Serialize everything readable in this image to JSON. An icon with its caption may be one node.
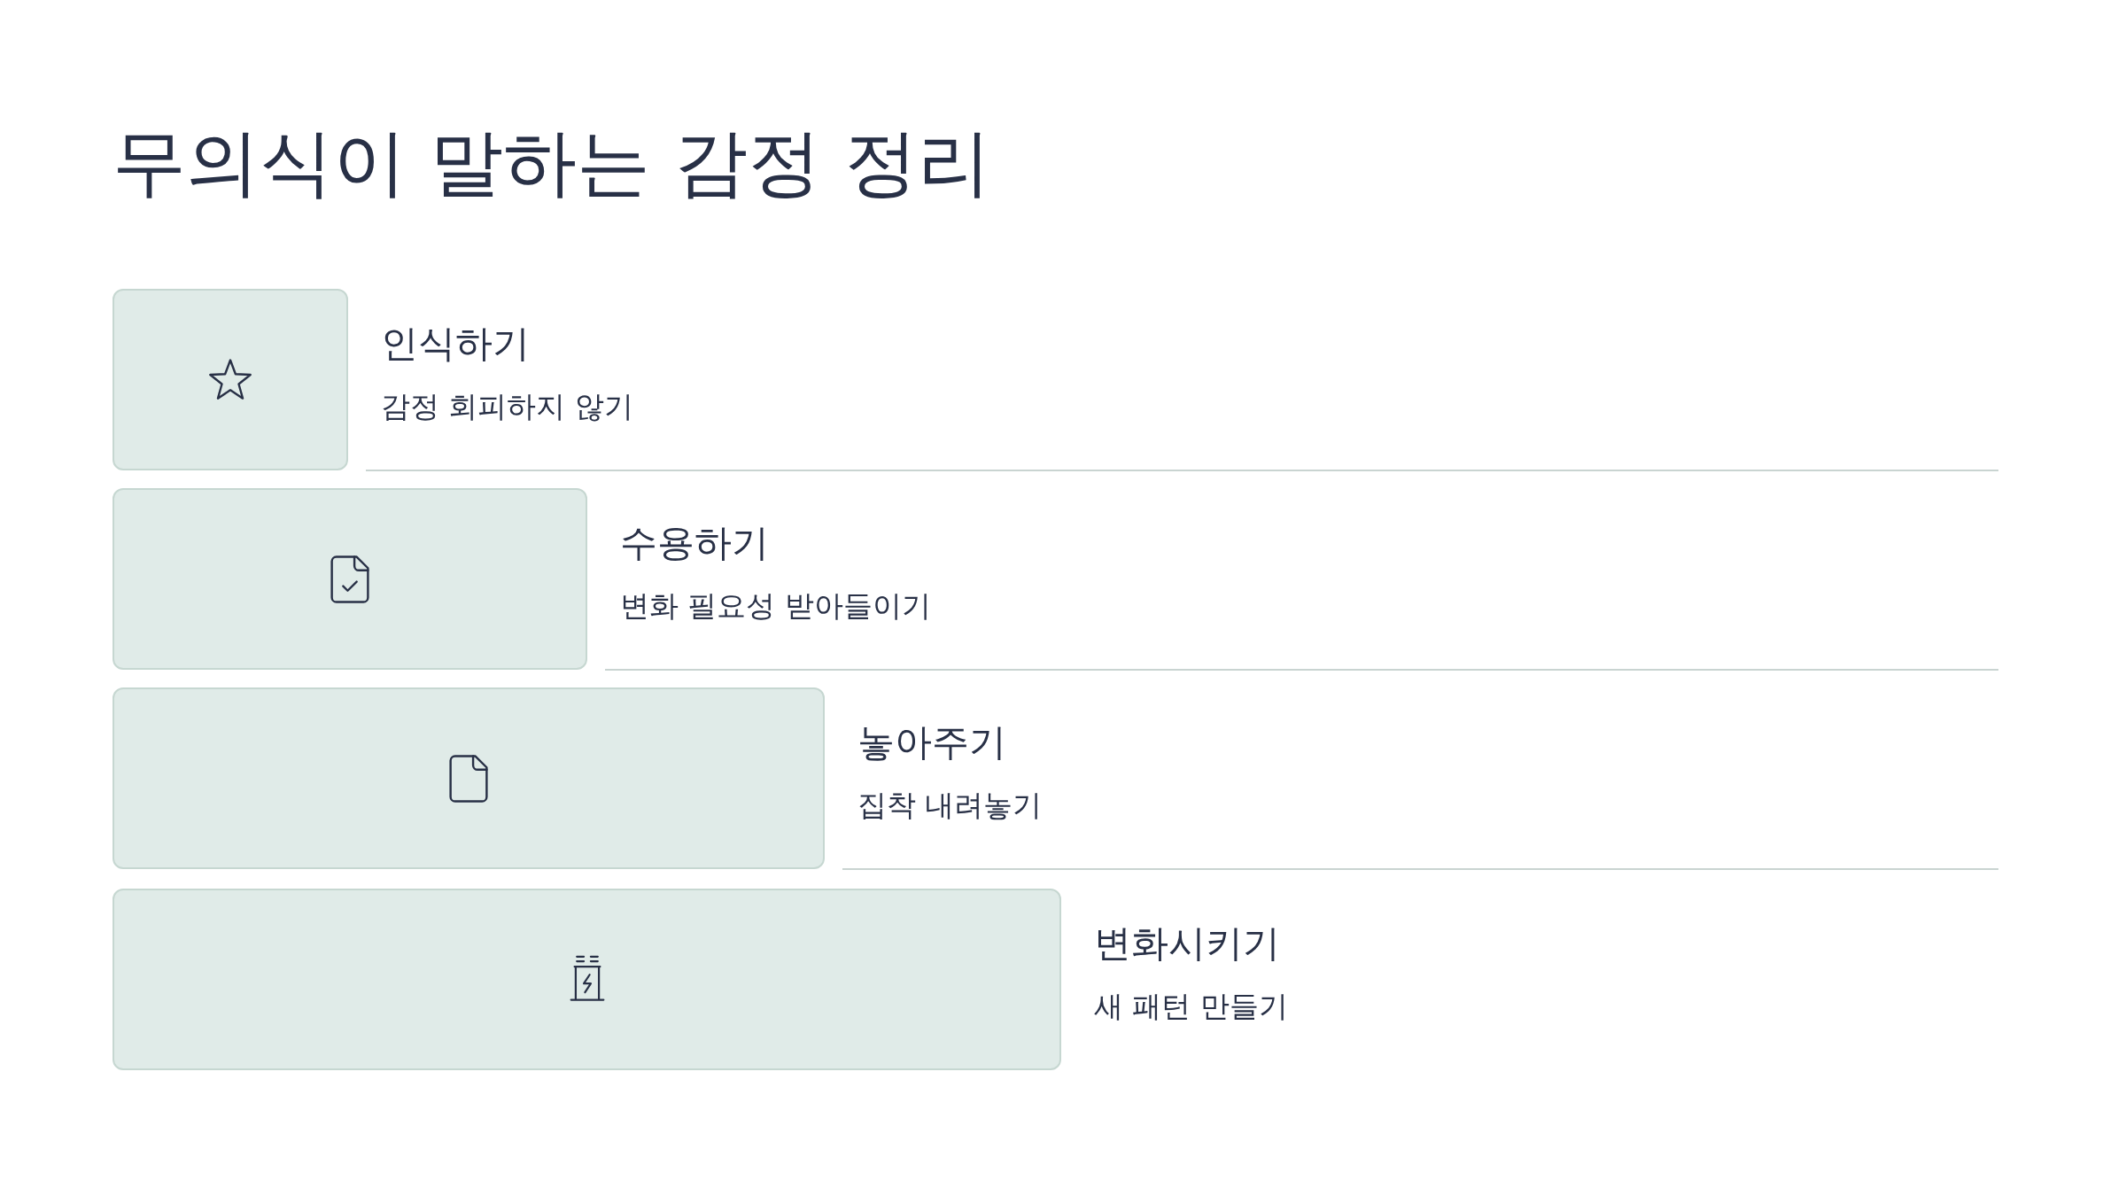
{
  "diagram": {
    "title": "무의식이 말하는 감정 정리",
    "nodes": [
      {
        "text": [
          "인식하기",
          "감정 회피하지 않기"
        ]
      },
      {
        "text": [
          "수용하기",
          "변화 필요성 받아들이기"
        ]
      },
      {
        "text": [
          "놓아주기",
          "집착 내려놓기"
        ]
      },
      {
        "text": [
          "변화시키기",
          "새 패턴 만들기"
        ]
      }
    ]
  }
}
